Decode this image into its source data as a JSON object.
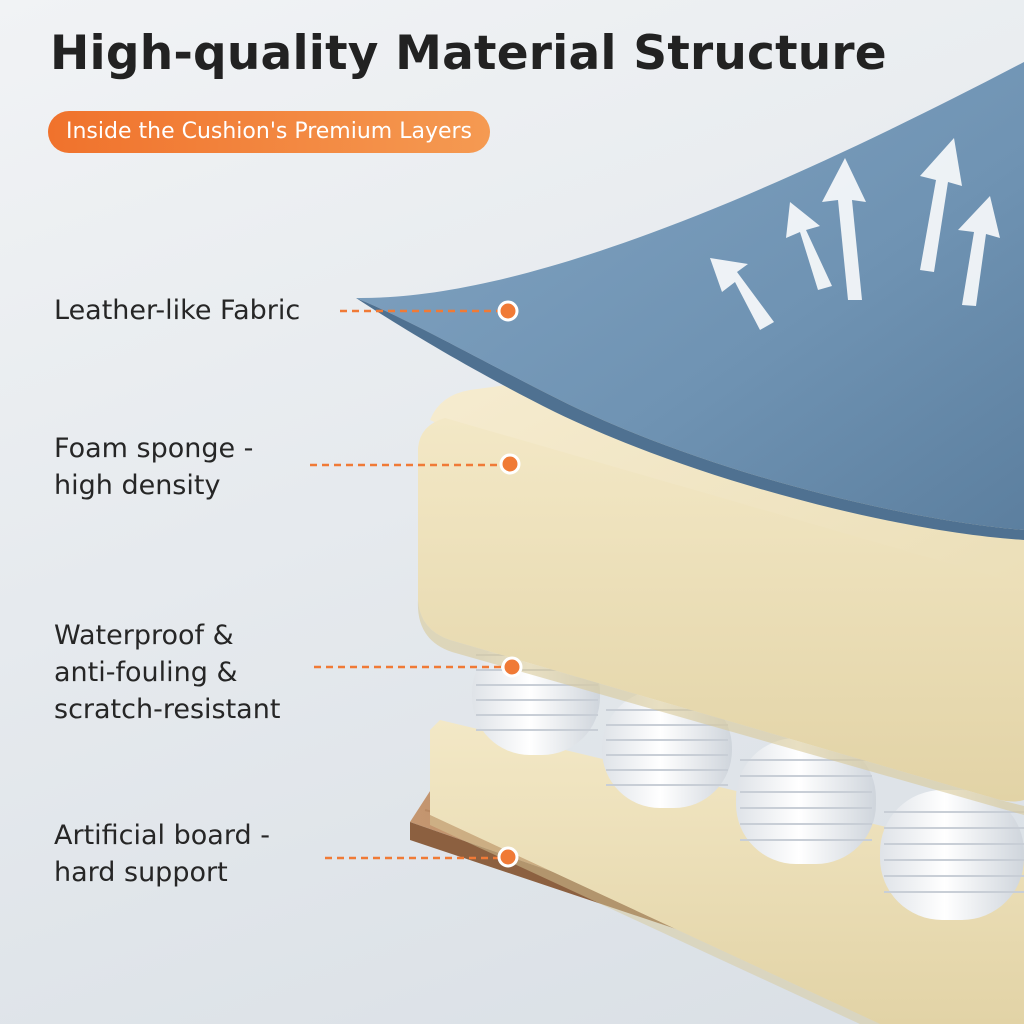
{
  "title": "High-quality Material Structure",
  "subtitle": "Inside the Cushion's Premium Layers",
  "layers": [
    {
      "label": "Leather-like Fabric"
    },
    {
      "label": "Foam sponge -\nhigh density"
    },
    {
      "label": "Waterproof &\nanti-fouling &\nscratch-resistant"
    },
    {
      "label": "Artificial board -\nhard support"
    }
  ],
  "colors": {
    "accent": "#f07a36",
    "fabric": "#6f94b5",
    "foam": "#efe3bf",
    "board": "#b98a61",
    "text": "#222222"
  }
}
